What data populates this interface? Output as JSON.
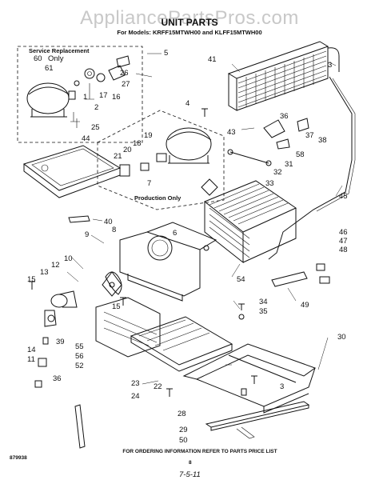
{
  "watermark": "AppliancePartsPros.com",
  "header": {
    "title": "UNIT PARTS",
    "models": "For Models: KRFF15MTWH00 and KLFF15MTWH00"
  },
  "boxes": {
    "service_replacement": "Service Replacement",
    "production_only": "Production Only"
  },
  "callouts": [
    "60",
    "Only",
    "61",
    "5",
    "26",
    "27",
    "16",
    "2",
    "17",
    "25",
    "1",
    "4",
    "41",
    "3",
    "43",
    "36",
    "37",
    "38",
    "58",
    "31",
    "32",
    "33",
    "44",
    "19",
    "18",
    "20",
    "21",
    "7",
    "45",
    "40",
    "6",
    "8",
    "9",
    "10",
    "12",
    "13",
    "15",
    "46",
    "47",
    "48",
    "54",
    "49",
    "34",
    "35",
    "39",
    "55",
    "56",
    "52",
    "14",
    "11",
    "36",
    "30",
    "23",
    "22",
    "3",
    "24",
    "28",
    "29",
    "50",
    "15"
  ],
  "footer": {
    "ordering_note": "FOR ORDERING INFORMATION REFER TO PARTS PRICE LIST",
    "doc_number": "879938",
    "page": "8",
    "handwritten": "7-5-11"
  }
}
